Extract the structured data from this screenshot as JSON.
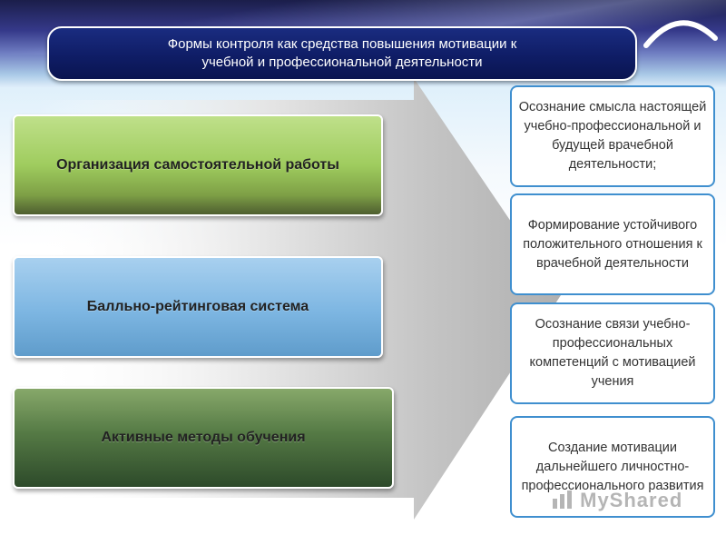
{
  "title": "Формы контроля как средства повышения мотивации к учебной и профессиональной деятельности",
  "left_boxes": [
    {
      "label": "Организация самостоятельной работы"
    },
    {
      "label": "Балльно-рейтинговая система"
    },
    {
      "label": "Активные методы обучения"
    }
  ],
  "right_boxes": [
    {
      "text": "Осознание смысла настоящей учебно-профессиональной и будущей врачебной деятельности;"
    },
    {
      "text": "Формирование устойчивого положительного отношения к врачебной деятельности"
    },
    {
      "text": "Осознание связи учебно-профессиональных компетенций с мотивацией учения"
    },
    {
      "text": "Создание мотивации дальнейшего личностно-профессионального развития"
    }
  ],
  "watermark": "MyShared",
  "colors": {
    "title_bg": "#0f1d66",
    "box_green": "#9fcc5e",
    "box_blue": "#7db6e2",
    "box_dark": "#3f6234",
    "right_border": "#3f8fcf",
    "arrow": "#b9b9b9"
  }
}
